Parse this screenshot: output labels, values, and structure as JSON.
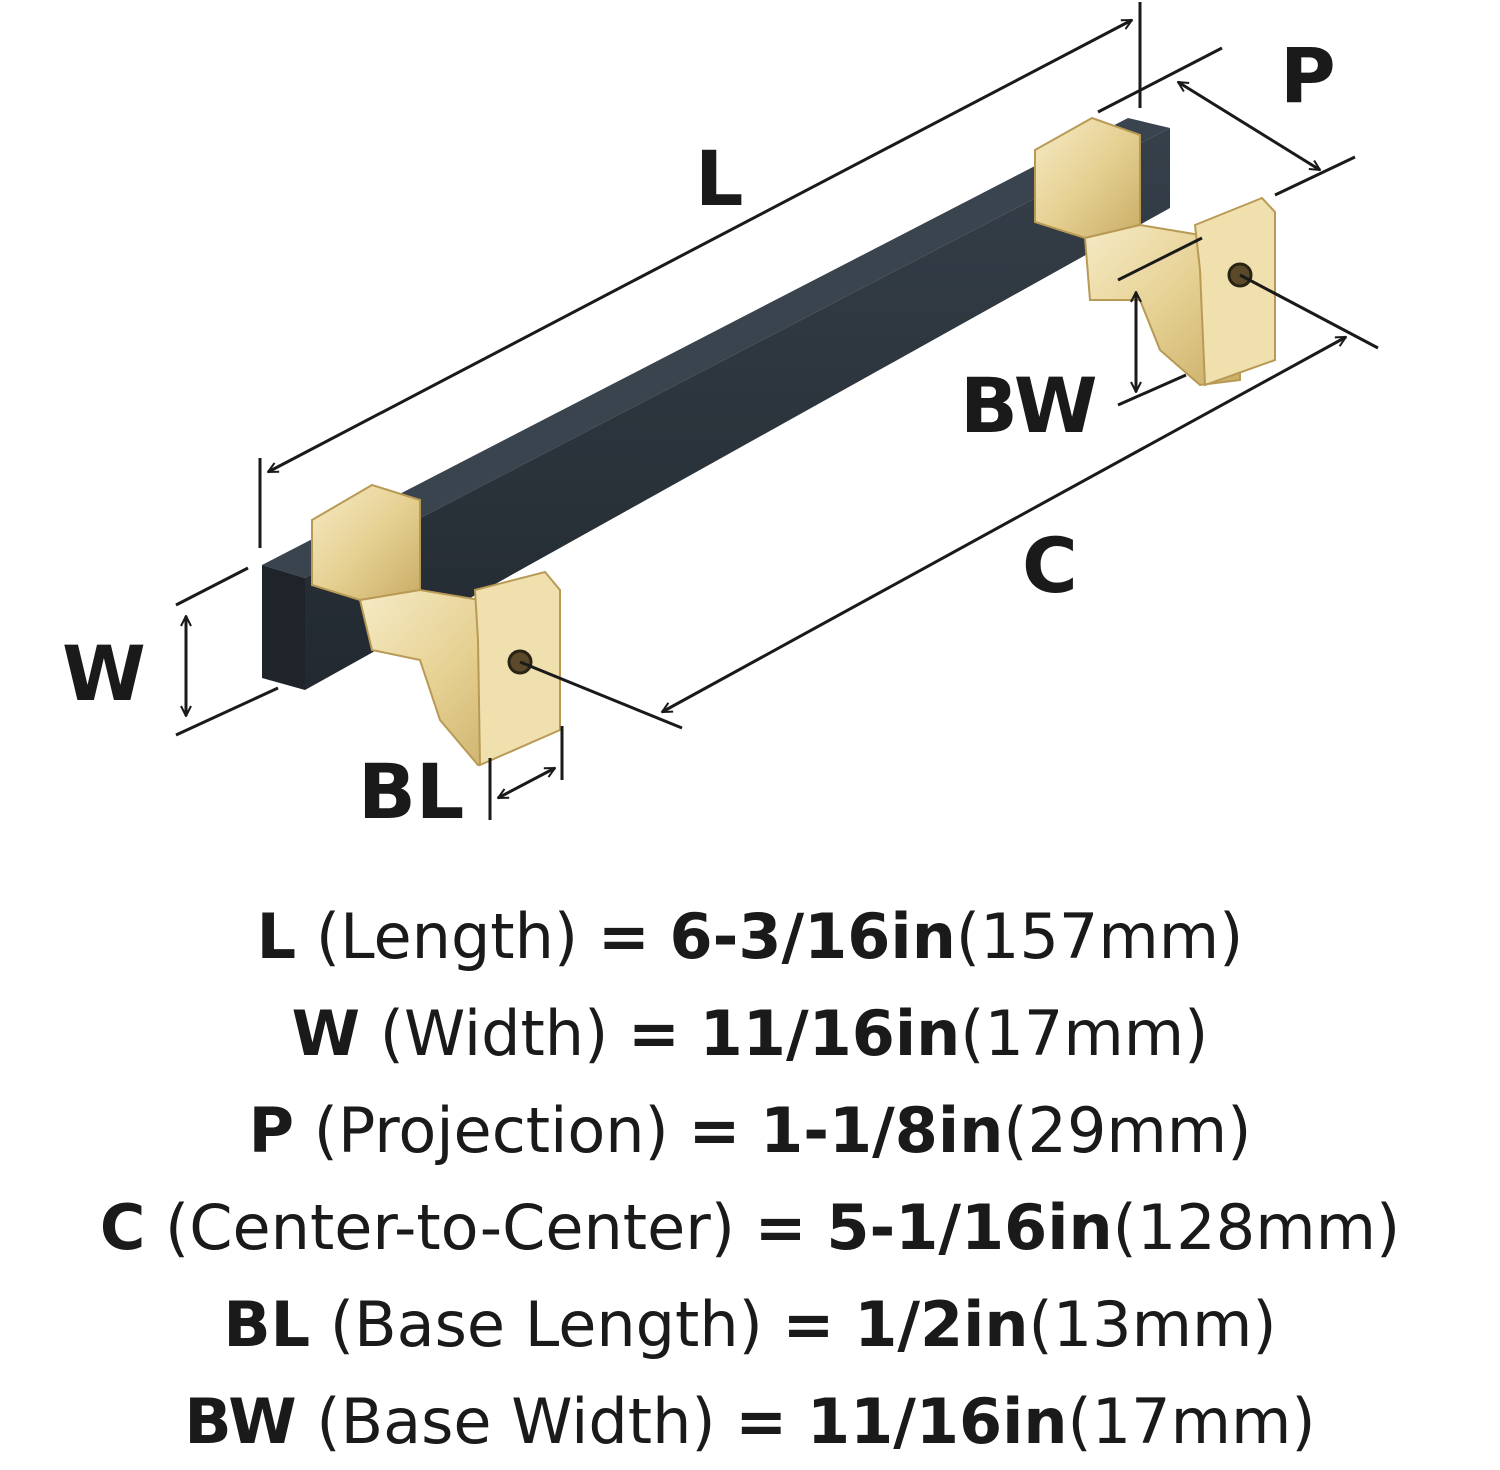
{
  "labels": {
    "L": "L",
    "P": "P",
    "BW": "BW",
    "C": "C",
    "W": "W",
    "BL": "BL"
  },
  "colors": {
    "bar": "#2a3138",
    "brass": "#e9d7a0",
    "ink": "#1a1a1a"
  },
  "specs": [
    {
      "key": "L",
      "name": "(Length)",
      "eq": "=",
      "inch": "6-3/16in",
      "mm": "(157mm)"
    },
    {
      "key": "W",
      "name": "(Width)",
      "eq": "=",
      "inch": "11/16in",
      "mm": "(17mm)"
    },
    {
      "key": "P",
      "name": "(Projection)",
      "eq": "=",
      "inch": "1-1/8in",
      "mm": "(29mm)"
    },
    {
      "key": "C",
      "name": "(Center-to-Center)",
      "eq": "=",
      "inch": "5-1/16in",
      "mm": "(128mm)"
    },
    {
      "key": "BL",
      "name": "(Base Length)",
      "eq": "=",
      "inch": "1/2in",
      "mm": "(13mm)"
    },
    {
      "key": "BW",
      "name": "(Base Width)",
      "eq": "=",
      "inch": "11/16in",
      "mm": "(17mm)"
    }
  ]
}
